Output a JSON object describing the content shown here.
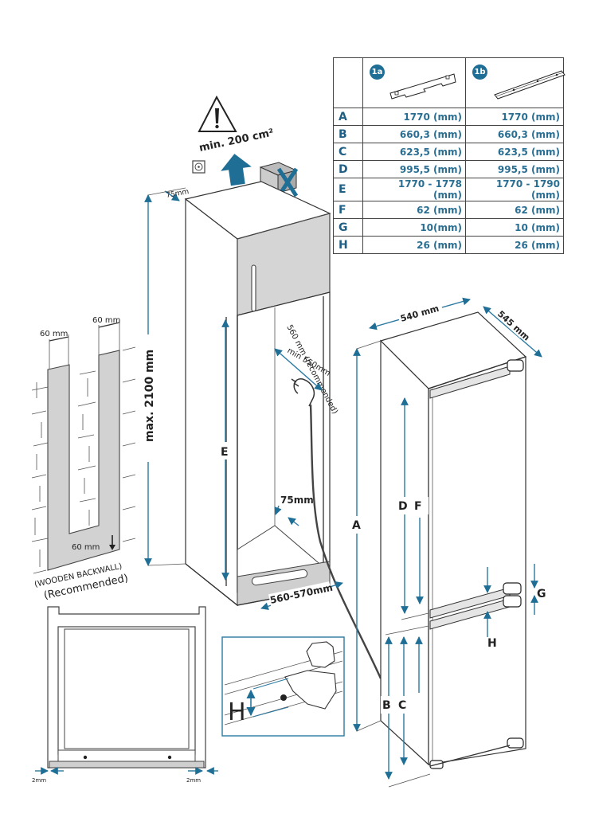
{
  "table": {
    "columns": [
      {
        "badge": "1a",
        "icon": "bracket-1a-icon"
      },
      {
        "badge": "1b",
        "icon": "bracket-1b-icon"
      }
    ],
    "rows": [
      {
        "key": "A",
        "v1": "1770 (mm)",
        "v2": "1770 (mm)"
      },
      {
        "key": "B",
        "v1": "660,3 (mm)",
        "v2": "660,3 (mm)"
      },
      {
        "key": "C",
        "v1": "623,5 (mm)",
        "v2": "623,5 (mm)"
      },
      {
        "key": "D",
        "v1": "995,5 (mm)",
        "v2": "995,5 (mm)"
      },
      {
        "key": "E",
        "v1": "1770 - 1778 (mm)",
        "v2": "1770 - 1790 (mm)"
      },
      {
        "key": "F",
        "v1": "62 (mm)",
        "v2": "62 (mm)"
      },
      {
        "key": "G",
        "v1": "10(mm)",
        "v2": "10 (mm)"
      },
      {
        "key": "H",
        "v1": "26 (mm)",
        "v2": "26 (mm)"
      }
    ]
  },
  "ventilation": {
    "warning_icon": "warning-triangle-icon",
    "label": "min. 200 cm²",
    "arrow_icon": "airflow-up-arrow-icon",
    "blocked_icon": "blocked-x-icon",
    "socket_icon": "power-socket-icon"
  },
  "cabinet": {
    "top_gap": "75mm",
    "max_height": "max. 2100 mm",
    "e_label": "E",
    "depth_recommended": "560 mm (recommended)",
    "depth_min": "min 550mm",
    "bottom_gap": "75mm",
    "width": "560-570mm"
  },
  "backwall": {
    "left_strip": "60 mm",
    "right_strip": "60 mm",
    "bottom_strip": "60 mm",
    "caption_line1": "(WOODEN BACKWALL)",
    "caption_line2": "(Recommended)"
  },
  "fridge": {
    "width": "540 mm",
    "depth": "545 mm",
    "labels": {
      "A": "A",
      "B": "B",
      "C": "C",
      "D": "D",
      "F": "F",
      "G": "G",
      "H": "H"
    }
  },
  "front_view": {
    "left_gap": "2mm",
    "right_gap": "2mm"
  },
  "hinge_detail": {
    "label": "H"
  }
}
